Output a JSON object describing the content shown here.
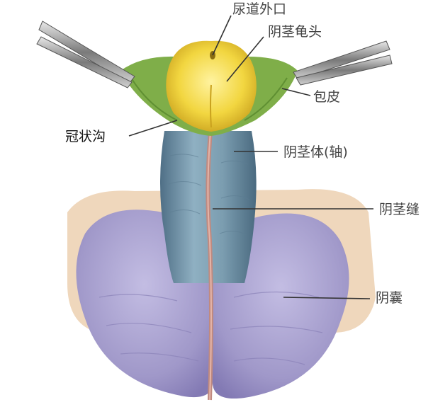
{
  "labels": {
    "urethral_opening": "尿道外口",
    "glans": "阴茎龟头",
    "foreskin": "包皮",
    "corona": "冠状沟",
    "shaft": "阴茎体(轴)",
    "raphe": "阴茎缝",
    "scrotum": "阴囊"
  },
  "colors": {
    "glans": "#f2d640",
    "foreskin": "#7fae49",
    "shaft": "#6f8fa3",
    "scrotum": "#a59ccd",
    "raphe": "#c08a80",
    "leader_line": "#333333"
  }
}
